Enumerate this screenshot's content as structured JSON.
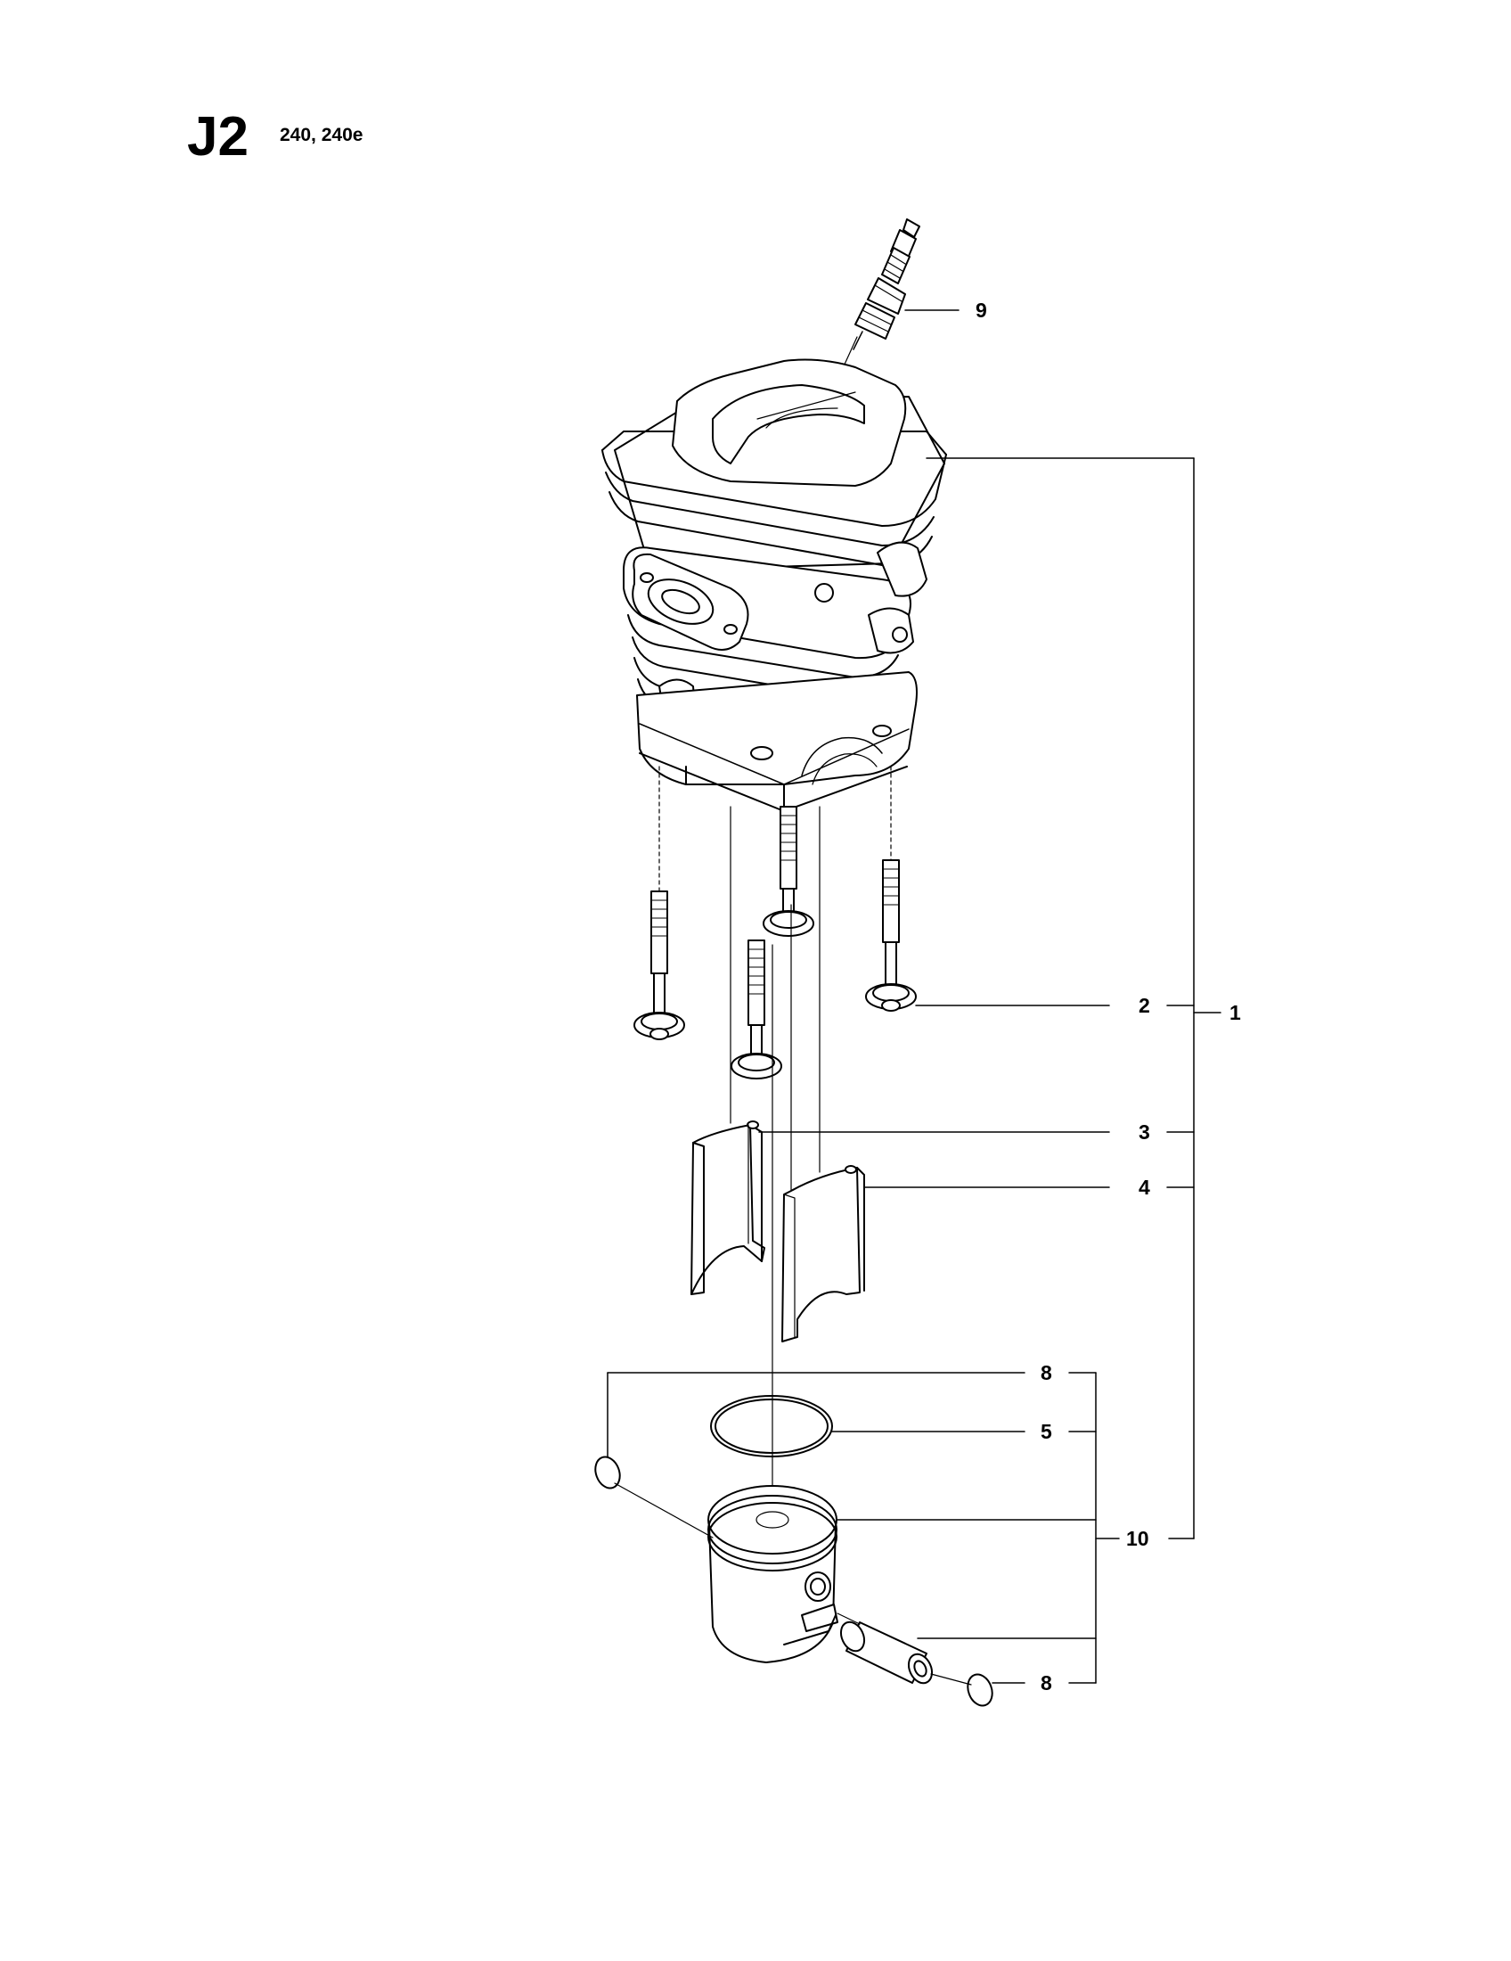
{
  "header": {
    "section": "J2",
    "models": "240, 240e"
  },
  "callouts": {
    "c1": "1",
    "c2": "2",
    "c3": "3",
    "c4": "4",
    "c5": "5",
    "c8a": "8",
    "c8b": "8",
    "c9": "9",
    "c10": "10"
  },
  "parts": [
    {
      "ref": "1",
      "name": "cylinder-assembly"
    },
    {
      "ref": "2",
      "name": "cylinder-bolt"
    },
    {
      "ref": "3",
      "name": "cylinder-spacer"
    },
    {
      "ref": "4",
      "name": "cylinder-spacer"
    },
    {
      "ref": "5",
      "name": "piston-ring"
    },
    {
      "ref": "8",
      "name": "circlip"
    },
    {
      "ref": "9",
      "name": "spark-plug"
    },
    {
      "ref": "10",
      "name": "piston-assembly"
    }
  ]
}
